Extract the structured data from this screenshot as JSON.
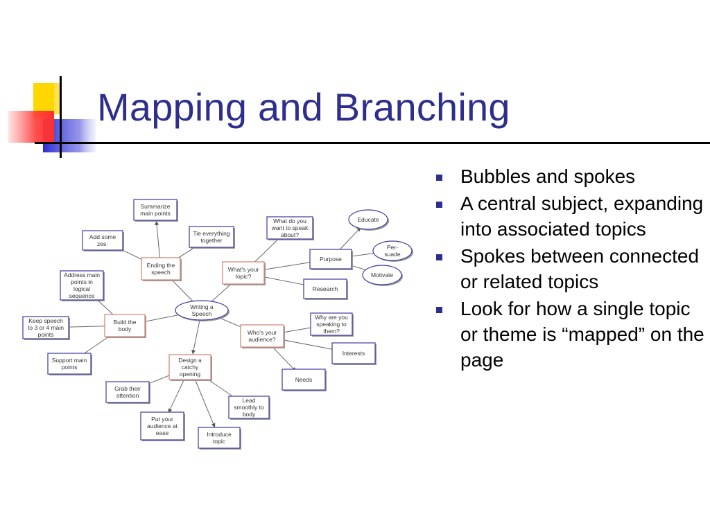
{
  "slide": {
    "title": "Mapping and Branching",
    "bullets": [
      "Bubbles and spokes",
      "A central subject, expanding into associated topics",
      "Spokes between connected or related topics",
      "Look for how a single topic or theme is “mapped” on the page"
    ]
  },
  "mind_map": {
    "center": "Writing a Speech",
    "nodes": {
      "ending": "Ending the speech",
      "whats_topic": "What's your topic?",
      "build_body": "Build the body",
      "audience": "Who's your audience?",
      "opening": "Design a catchy opening",
      "summarize": "Summarize main points",
      "add_some": "Add some zes·",
      "tie": "Tie everything together",
      "what_speak": "What do you want to speak about?",
      "purpose": "Purpose",
      "research": "Research",
      "educate": "Educate",
      "persuade": "Per-suade",
      "motivate": "Motivate",
      "address": "Address main points in logical sequence",
      "keep": "Keep speech to 3 or 4 main points",
      "support": "Support main points",
      "why_speaking": "Why are you speaking to them?",
      "interests": "Interests",
      "needs": "Needs",
      "grab": "Grab their attention",
      "at_ease": "Put your audience at ease",
      "introduce": "Introduce topic",
      "lead": "Lead smoothly to body"
    }
  },
  "colors": {
    "title": "#2e2e8c",
    "bullet": "#2e2e8c",
    "box_border_blue": "#3a3aa0",
    "box_border_red": "#d08070",
    "logo_yellow": "#ffd700",
    "logo_blue": "#2d2dd0",
    "logo_red": "#ff4040"
  }
}
